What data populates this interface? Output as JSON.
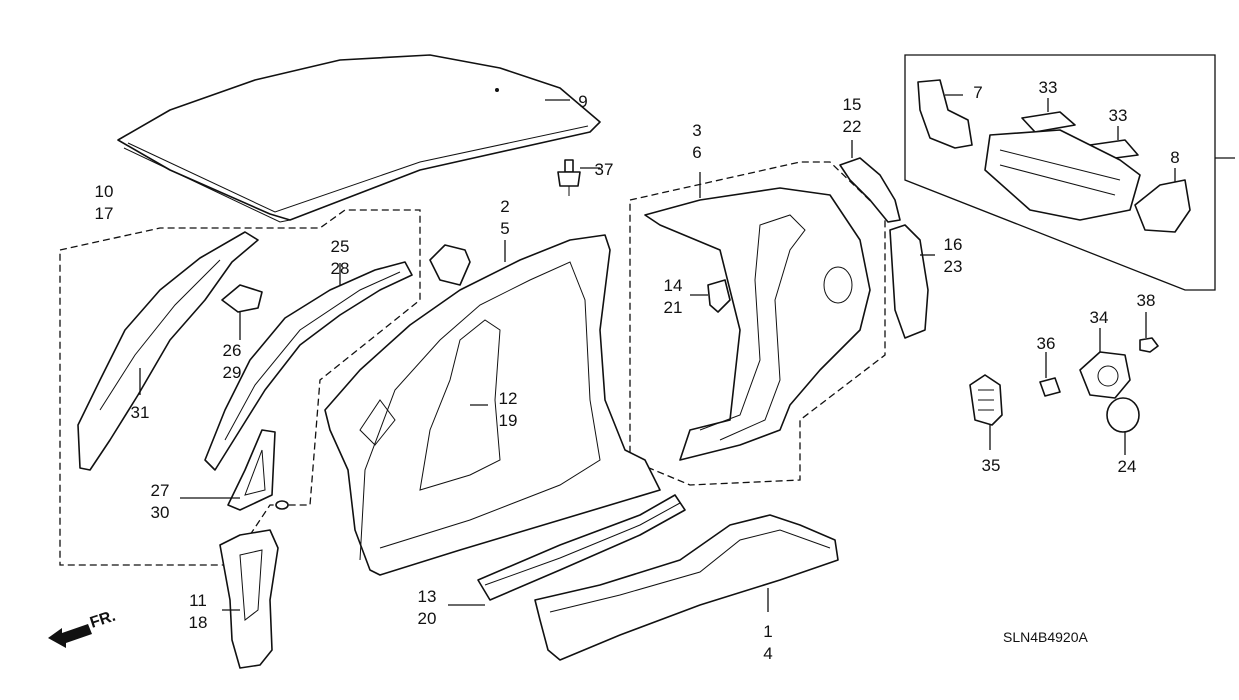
{
  "diagram_code": "SLN4B4920A",
  "direction_label": "FR.",
  "callouts": [
    {
      "id": "c9",
      "lines": [
        "9"
      ]
    },
    {
      "id": "c37",
      "lines": [
        "37"
      ]
    },
    {
      "id": "c10",
      "lines": [
        "10",
        "17"
      ]
    },
    {
      "id": "c2",
      "lines": [
        "2",
        "5"
      ]
    },
    {
      "id": "c25",
      "lines": [
        "25",
        "28"
      ]
    },
    {
      "id": "c26",
      "lines": [
        "26",
        "29"
      ]
    },
    {
      "id": "c31",
      "lines": [
        "31"
      ]
    },
    {
      "id": "c12",
      "lines": [
        "12",
        "19"
      ]
    },
    {
      "id": "c27",
      "lines": [
        "27",
        "30"
      ]
    },
    {
      "id": "c11",
      "lines": [
        "11",
        "18"
      ]
    },
    {
      "id": "c13",
      "lines": [
        "13",
        "20"
      ]
    },
    {
      "id": "c1",
      "lines": [
        "1",
        "4"
      ]
    },
    {
      "id": "c3",
      "lines": [
        "3",
        "6"
      ]
    },
    {
      "id": "c14",
      "lines": [
        "14",
        "21"
      ]
    },
    {
      "id": "c15",
      "lines": [
        "15",
        "22"
      ]
    },
    {
      "id": "c16",
      "lines": [
        "16",
        "23"
      ]
    },
    {
      "id": "c7",
      "lines": [
        "7"
      ]
    },
    {
      "id": "c33a",
      "lines": [
        "33"
      ]
    },
    {
      "id": "c33b",
      "lines": [
        "33"
      ]
    },
    {
      "id": "c8",
      "lines": [
        "8"
      ]
    },
    {
      "id": "c34",
      "lines": [
        "34"
      ]
    },
    {
      "id": "c38",
      "lines": [
        "38"
      ]
    },
    {
      "id": "c36",
      "lines": [
        "36"
      ]
    },
    {
      "id": "c35",
      "lines": [
        "35"
      ]
    },
    {
      "id": "c24",
      "lines": [
        "24"
      ]
    }
  ]
}
